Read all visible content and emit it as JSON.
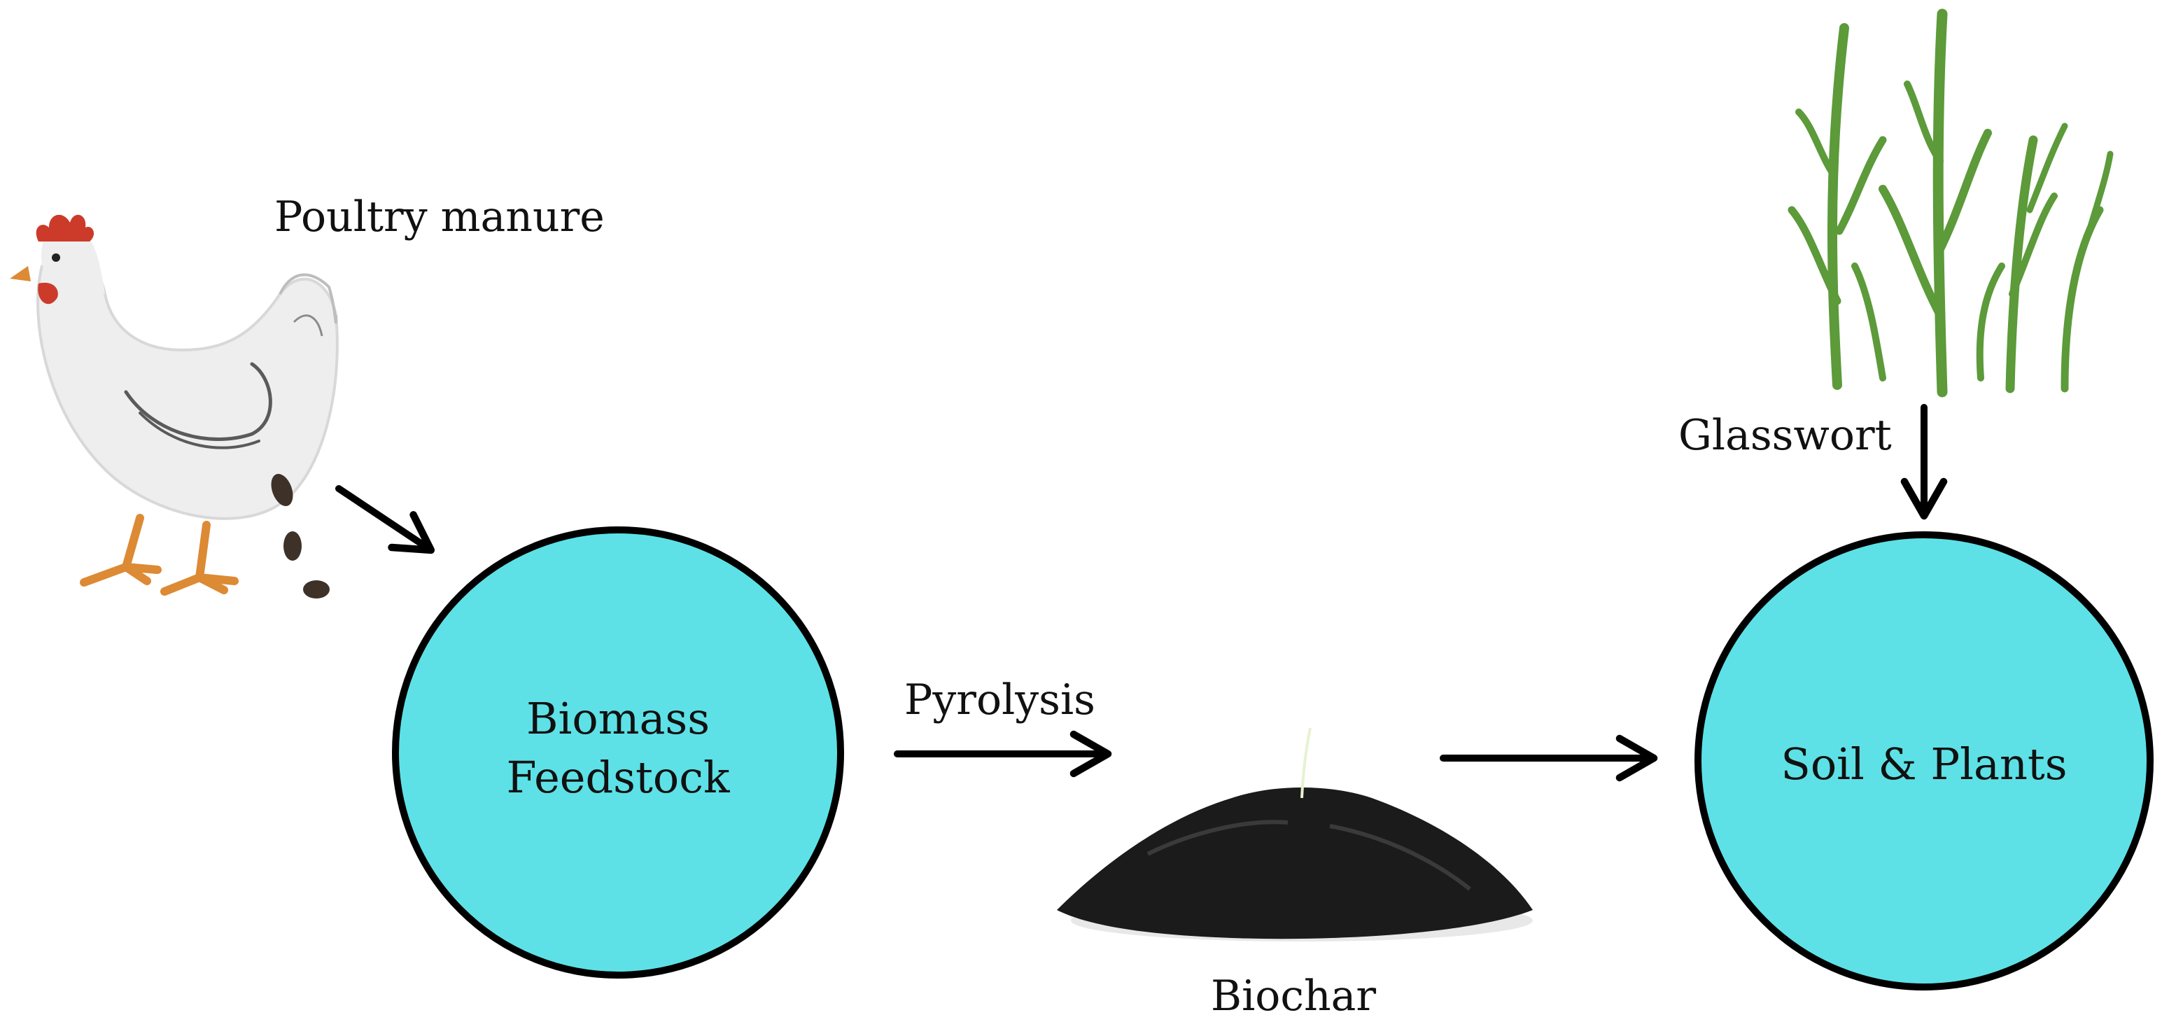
{
  "labels": {
    "poultry": "Poultry manure",
    "glasswort": "Glasswort",
    "pyrolysis": "Pyrolysis",
    "biochar": "Biochar"
  },
  "nodes": {
    "biomass_line1": "Biomass",
    "biomass_line2": "Feedstock",
    "soil": "Soil & Plants"
  },
  "colors": {
    "node_fill": "#5DE1E6",
    "stroke": "#000000",
    "chicken_body": "#eeeeee",
    "comb": "#cc3a2a",
    "beak_feet": "#dd8a35",
    "dropping": "#3d3128",
    "plant": "#5c9a3a",
    "char": "#1b1b1b"
  },
  "icons": [
    "chicken-icon",
    "manure-icon",
    "glasswort-icon",
    "biochar-pile-icon"
  ]
}
